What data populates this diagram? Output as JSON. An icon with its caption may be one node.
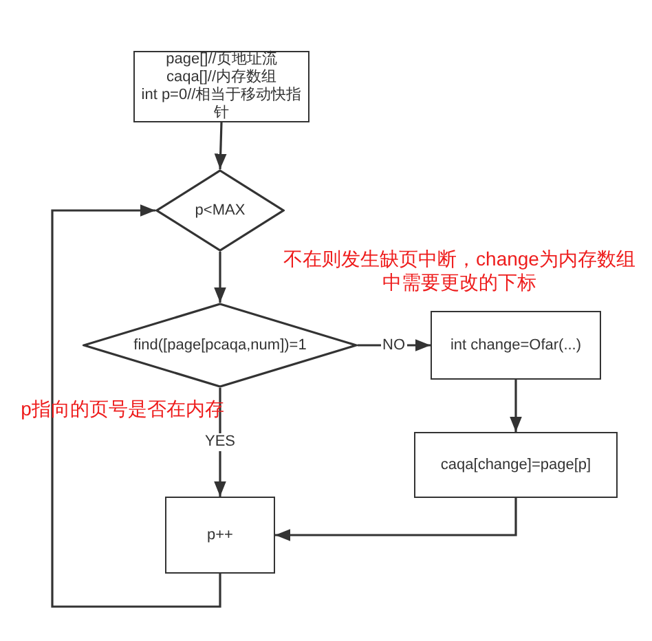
{
  "diagram": {
    "nodes": [
      {
        "text": [
          "page[]//页地址流",
          "caqa[]//内存数组",
          "int p=0//相当于移动快指针"
        ]
      },
      {
        "text": [
          "p<MAX"
        ]
      },
      {
        "text": [
          "find([page[pcaqa,num])=1"
        ]
      },
      {
        "text": [
          "int change=Ofar(...)"
        ]
      },
      {
        "text": [
          "caqa[change]=page[p]"
        ]
      },
      {
        "text": [
          "p++"
        ]
      }
    ],
    "edges": [
      {
        "from": 0,
        "to": 1,
        "arrow": "to"
      },
      {
        "from": 1,
        "to": 2,
        "arrow": "to"
      },
      {
        "from": 2,
        "to": 3,
        "arrow": "to",
        "label": "NO"
      },
      {
        "from": 2,
        "to": 5,
        "arrow": "to",
        "label": "YES"
      },
      {
        "from": 3,
        "to": 4,
        "arrow": "to"
      },
      {
        "from": 4,
        "to": 5,
        "arrow": "to"
      },
      {
        "from": 5,
        "to": 1,
        "arrow": "to"
      }
    ],
    "labels": [
      "不在则发生缺页中断，change为内存数组中需要更改的下标",
      "p指向的页号是否在内存"
    ]
  }
}
